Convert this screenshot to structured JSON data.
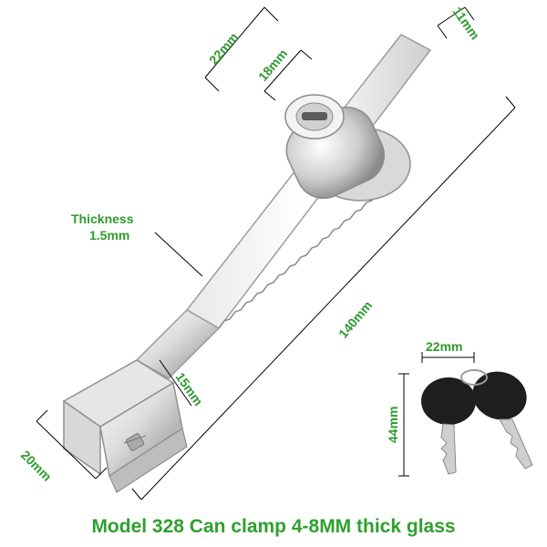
{
  "caption": "Model 328 Can clamp 4-8MM thick glass",
  "dimensions": {
    "width_22": "22mm",
    "width_18": "18mm",
    "width_11": "11mm",
    "thickness_label": "Thickness",
    "thickness_value": "1.5mm",
    "length_140": "140mm",
    "height_15": "15mm",
    "width_20": "20mm",
    "key_width": "22mm",
    "key_height": "44mm"
  },
  "colors": {
    "label_green": "#2e9a2e",
    "steel_light": "#eeeeee",
    "steel_dark": "#9a9a9a",
    "key_head": "#1e1e1e",
    "key_blade": "#cfcfcf"
  }
}
